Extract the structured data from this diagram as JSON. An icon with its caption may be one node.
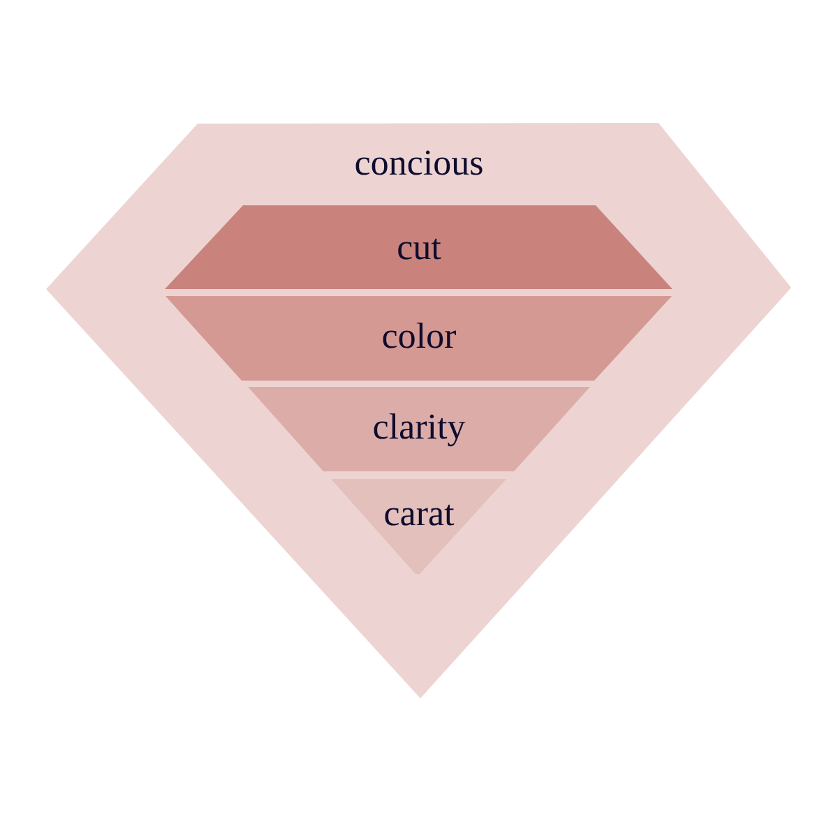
{
  "diagram": {
    "nodes": [
      {
        "text": [
          "concious"
        ]
      },
      {
        "text": [
          "cut"
        ],
        "in": 0
      },
      {
        "text": [
          "color"
        ],
        "in": 0
      },
      {
        "text": [
          "clarity"
        ],
        "in": 0
      },
      {
        "text": [
          "carat"
        ],
        "in": 0
      }
    ]
  }
}
